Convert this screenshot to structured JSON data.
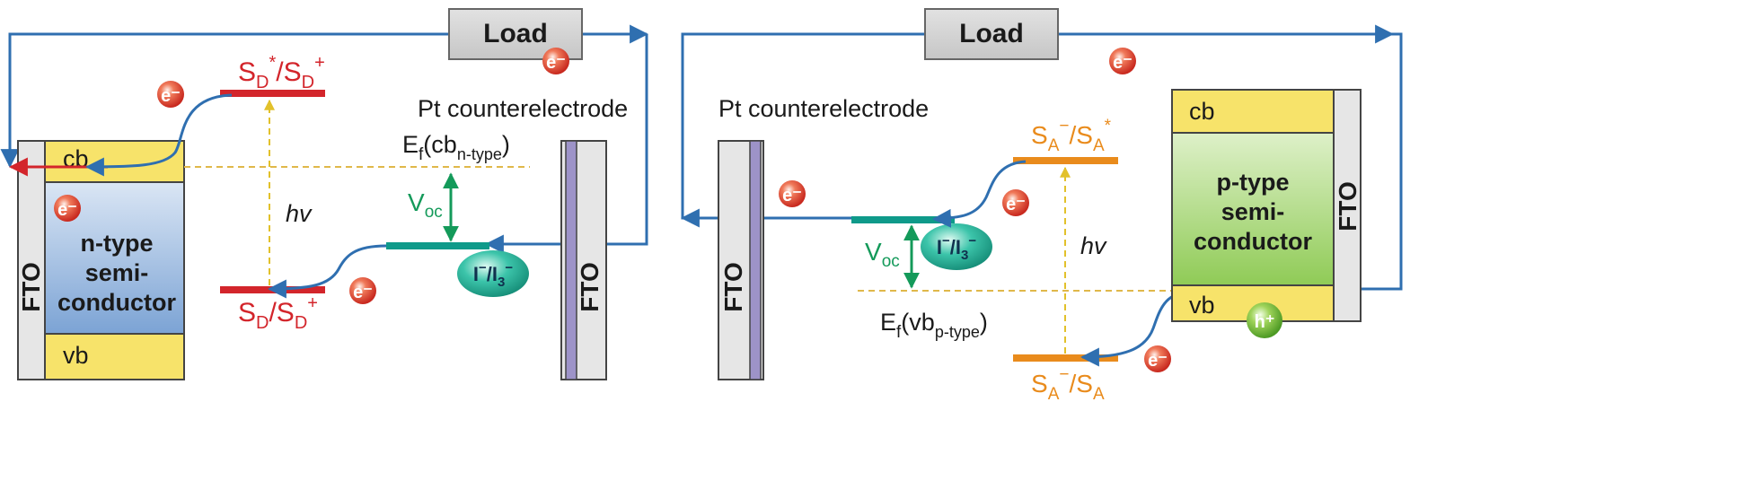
{
  "left": {
    "load": "Load",
    "fto_left": "FTO",
    "fto_right": "FTO",
    "cb": "cb",
    "vb": "vb",
    "semiconductor": [
      "n-type",
      "semi-",
      "conductor"
    ],
    "pt_label": "Pt counterelectrode",
    "hv": "hv",
    "sd_top": {
      "base": "S",
      "sub1": "D",
      "sup1": "*",
      "slash": "/S",
      "sub2": "D",
      "sup2": "+"
    },
    "sd_bottom": {
      "base": "S",
      "sub1": "D",
      "slash": "/S",
      "sub2": "D",
      "sup2": "+"
    },
    "ef": {
      "base": "E",
      "sub": "f",
      "open": "(cb",
      "sub2": "n-type",
      "close": ")"
    },
    "voc": {
      "base": "V",
      "sub": "oc"
    },
    "redox": {
      "a": "I",
      "a_sup": "−",
      "slash": "/I",
      "b_sub": "3",
      "b_sup": "−"
    },
    "electron": "e⁻"
  },
  "right": {
    "load": "Load",
    "fto_left": "FTO",
    "fto_right": "FTO",
    "cb": "cb",
    "vb": "vb",
    "semiconductor": [
      "p-type",
      "semi-",
      "conductor"
    ],
    "pt_label": "Pt counterelectrode",
    "hv": "hv",
    "sa_top": {
      "base": "S",
      "sub1": "A",
      "sup1": "−",
      "slash": "/S",
      "sub2": "A",
      "sup2": "*"
    },
    "sa_bottom": {
      "base": "S",
      "sub1": "A",
      "sup1": "−",
      "slash": "/S",
      "sub2": "A"
    },
    "ef": {
      "base": "E",
      "sub": "f",
      "open": "(vb",
      "sub2": "p-type",
      "close": ")"
    },
    "voc": {
      "base": "V",
      "sub": "oc"
    },
    "redox": {
      "a": "I",
      "a_sup": "−",
      "slash": "/I",
      "b_sub": "3",
      "b_sup": "−"
    },
    "electron": "e⁻",
    "hole": "h⁺"
  },
  "colors": {
    "wire": "#2f6fb0",
    "red_level": "#d3252b",
    "orange_level": "#e98b1c",
    "teal_level": "#0f9a8a",
    "cb_vb_fill": "#f7e36a",
    "n_type_fill": "#aac9e6",
    "p_type_fill": "#b9dc7b",
    "electrode_fill": "#9d93c8"
  }
}
